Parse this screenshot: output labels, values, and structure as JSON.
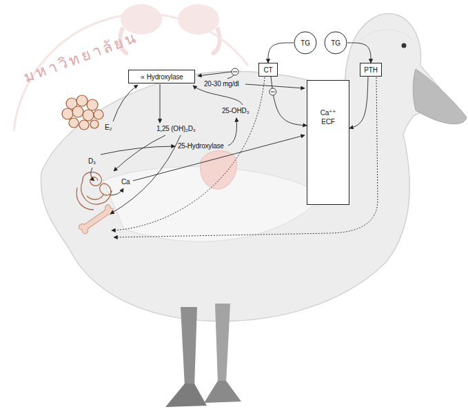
{
  "diagram": {
    "nodes": [
      {
        "text": [
          "TG"
        ]
      },
      {
        "text": [
          "TG"
        ]
      },
      {
        "text": [
          "CT"
        ]
      },
      {
        "text": [
          "PTH"
        ]
      },
      {
        "text": [
          "Ca⁺⁺",
          "ECF"
        ]
      },
      {
        "text": [
          "∝ Hydroxylase"
        ]
      }
    ],
    "edges": [
      {
        "from": 0,
        "to": 2,
        "arrow": "to"
      },
      {
        "from": 1,
        "to": 3,
        "arrow": "to"
      },
      {
        "from": 2,
        "to": 4,
        "arrow": "to"
      },
      {
        "from": 3,
        "to": 4,
        "arrow": "to"
      }
    ],
    "labels": [
      "20-30 mg/dl",
      "25-OHD₃",
      "1,25 (OH)₂D₃",
      "25-Hydroxylase",
      "E₂",
      "D₃",
      "Ca",
      "มหาวิทยาลัยน"
    ]
  }
}
